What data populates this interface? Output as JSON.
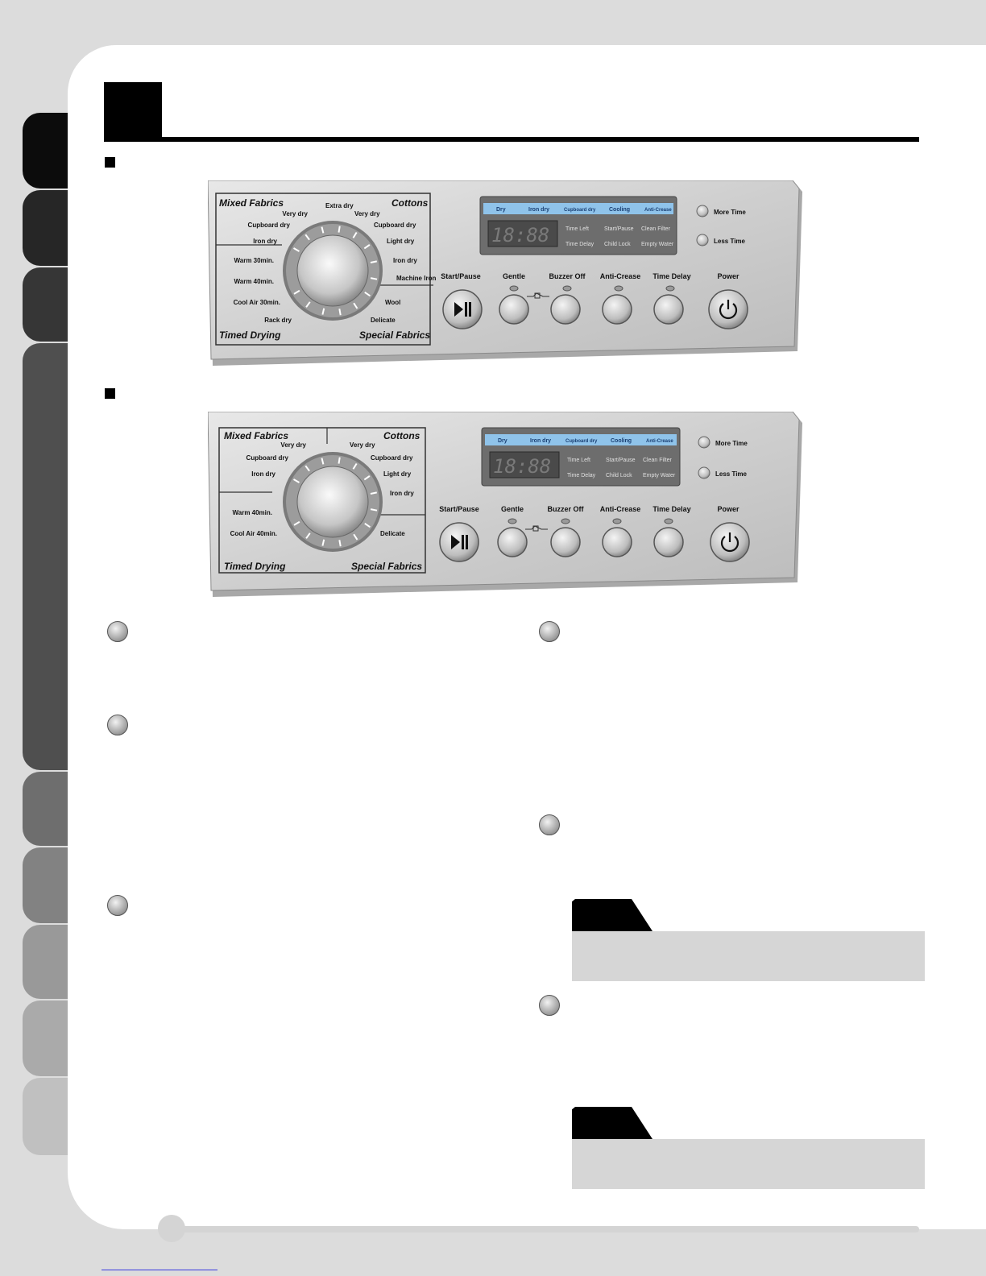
{
  "panels": [
    {
      "dial_left": {
        "header": "Mixed Fabrics",
        "footer": "Timed Drying"
      },
      "dial_right": {
        "header": "Cottons",
        "footer": "Special Fabrics"
      },
      "dial_top_label": "Extra dry",
      "left_labels": [
        "Very dry",
        "Cupboard dry",
        "Iron dry",
        "Warm 30min.",
        "Warm 40min.",
        "Cool Air 30min.",
        "Rack dry"
      ],
      "right_labels": [
        "Very dry",
        "Cupboard dry",
        "Light dry",
        "Iron dry",
        "Machine Iron",
        "Wool",
        "Delicate"
      ],
      "status_bar": [
        "Dry",
        "Iron dry",
        "Cupboard dry",
        "Cooling",
        "Anti-Crease"
      ],
      "display_digits": "18:88",
      "indicators": [
        "Time Left",
        "Start/Pause",
        "Clean Filter",
        "Time Delay",
        "Child Lock",
        "Empty Water"
      ],
      "side_buttons": [
        "More Time",
        "Less Time"
      ],
      "buttons": [
        "Start/Pause",
        "Gentle",
        "Buzzer Off",
        "Anti-Crease",
        "Time Delay",
        "Power"
      ]
    },
    {
      "dial_left": {
        "header": "Mixed Fabrics",
        "footer": "Timed Drying"
      },
      "dial_right": {
        "header": "Cottons",
        "footer": "Special Fabrics"
      },
      "dial_top_label": "",
      "left_labels": [
        "Very dry",
        "Cupboard dry",
        "Iron dry",
        "Warm 40min.",
        "Cool Air 40min."
      ],
      "right_labels": [
        "Very dry",
        "Cupboard dry",
        "Light dry",
        "Iron dry",
        "Delicate"
      ],
      "status_bar": [
        "Dry",
        "Iron dry",
        "Cupboard dry",
        "Cooling",
        "Anti-Crease"
      ],
      "display_digits": "18:88",
      "indicators": [
        "Time Left",
        "Start/Pause",
        "Clean Filter",
        "Time Delay",
        "Child Lock",
        "Empty Water"
      ],
      "side_buttons": [
        "More Time",
        "Less Time"
      ],
      "buttons": [
        "Start/Pause",
        "Gentle",
        "Buzzer Off",
        "Anti-Crease",
        "Time Delay",
        "Power"
      ]
    }
  ],
  "icons": [
    "play-pause-icon",
    "power-icon",
    "child-lock-icon"
  ],
  "colors": {
    "display_strip": "#8fc3ea",
    "lcd": "#5a5a5a",
    "panel": "#d4d4d4"
  }
}
